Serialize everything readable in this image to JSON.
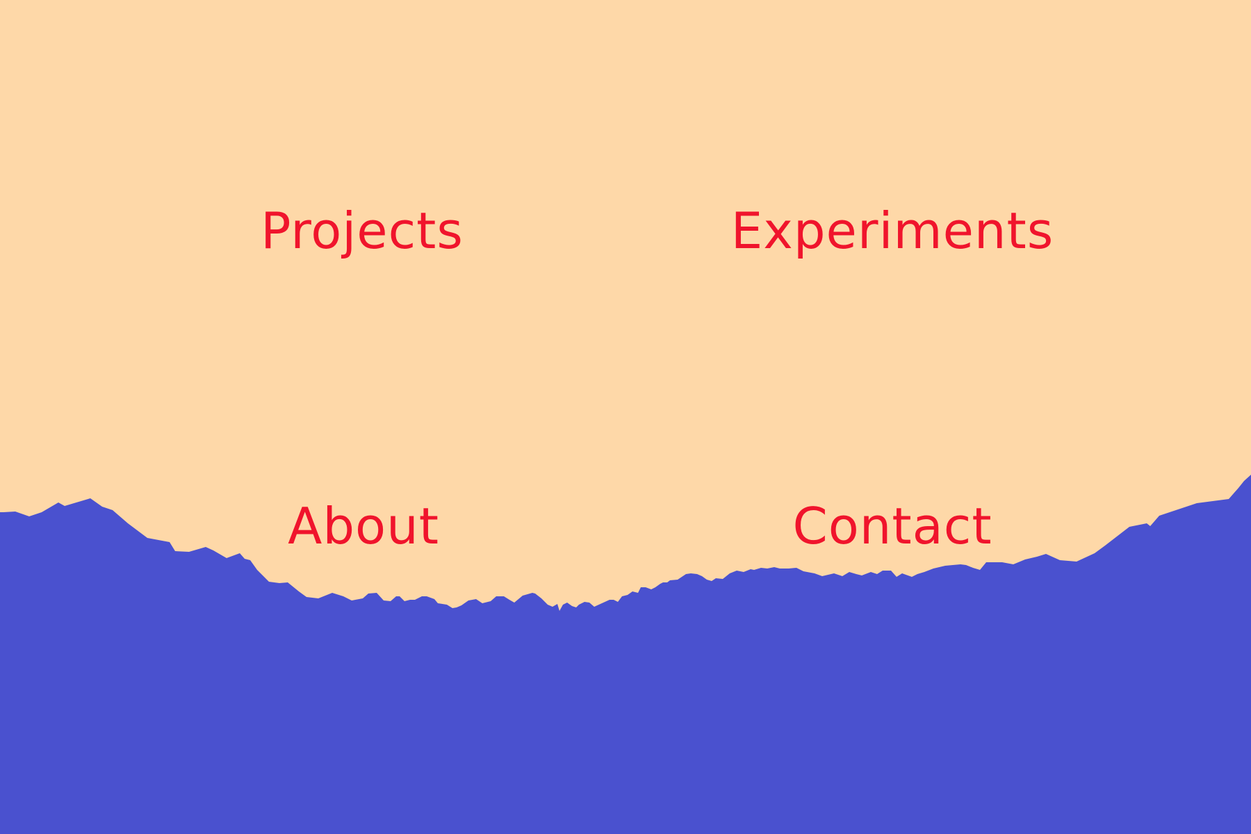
{
  "nav": {
    "items": [
      {
        "label": "Projects"
      },
      {
        "label": "Experiments"
      },
      {
        "label": "About"
      },
      {
        "label": "Contact"
      }
    ]
  },
  "colors": {
    "sky": "#FED8A8",
    "mountains": "#4A51CF",
    "link": "#F0142C"
  }
}
